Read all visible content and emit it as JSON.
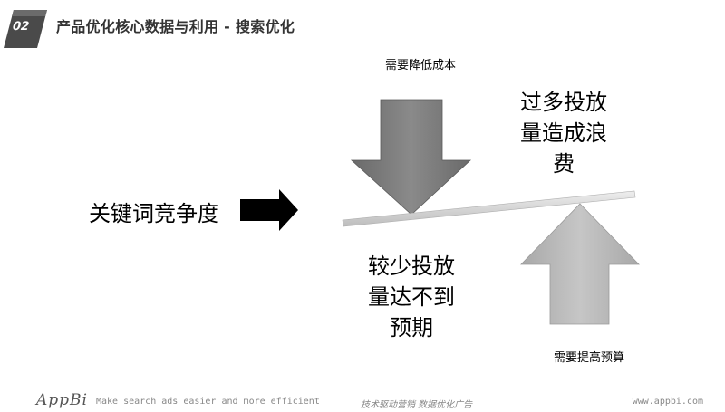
{
  "header": {
    "badge_number": "02",
    "title": "产品优化核心数据与利用 - 搜索优化"
  },
  "diagram": {
    "top_arrow_label": "需要降低成本",
    "upper_right_text": [
      "过多投放",
      "量造成浪",
      "费"
    ],
    "left_label": "关键词竞争度",
    "lower_center_text": [
      "较少投放",
      "量达不到",
      "预期"
    ],
    "bottom_arrow_label": "需要提高预算"
  },
  "footer": {
    "logo": "AppBi",
    "slogan": "Make search ads easier and more efficient",
    "mid_text": "技术驱动营销 数据优化广告",
    "url": "www.appbi.com"
  },
  "colors": {
    "down_arrow": "#7a7a7a",
    "up_arrow": "#b8b8b8",
    "left_arrow": "#000000",
    "beam": "#d4d4d4"
  }
}
